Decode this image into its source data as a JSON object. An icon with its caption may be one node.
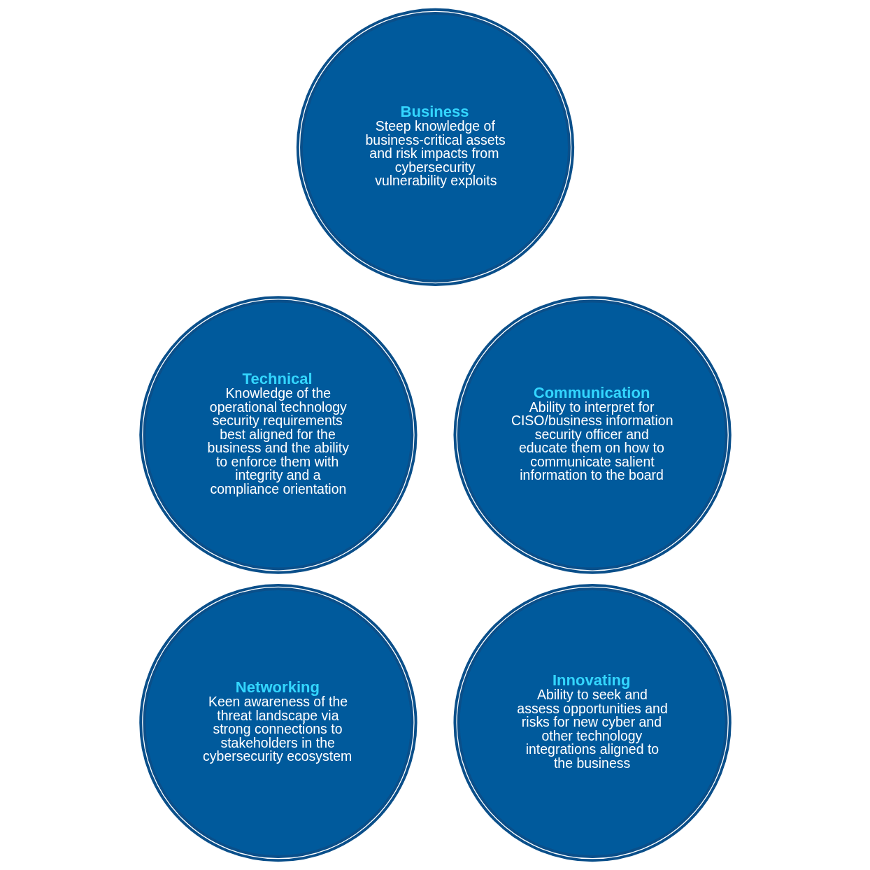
{
  "diagram": {
    "nodes": [
      {
        "text": [
          "Business",
          "Steep knowledge of business-critical assets and risk impacts from cybersecurity vulnerability exploits"
        ]
      },
      {
        "text": [
          "Technical",
          "Knowledge of the operational technology security requirements best aligned for the business and the ability to enforce them with integrity and a compliance orientation"
        ]
      },
      {
        "text": [
          "Communication",
          "Ability to interpret for CISO/business information security officer and educate them on how to communicate salient information to the board"
        ]
      },
      {
        "text": [
          "Networking",
          "Keen awareness of the threat landscape via strong connections to stakeholders in the cybersecurity ecosystem"
        ]
      },
      {
        "text": [
          "Innovating",
          "Ability to seek and assess opportunities and risks for new cyber and other technology integrations aligned to the business"
        ]
      }
    ]
  }
}
